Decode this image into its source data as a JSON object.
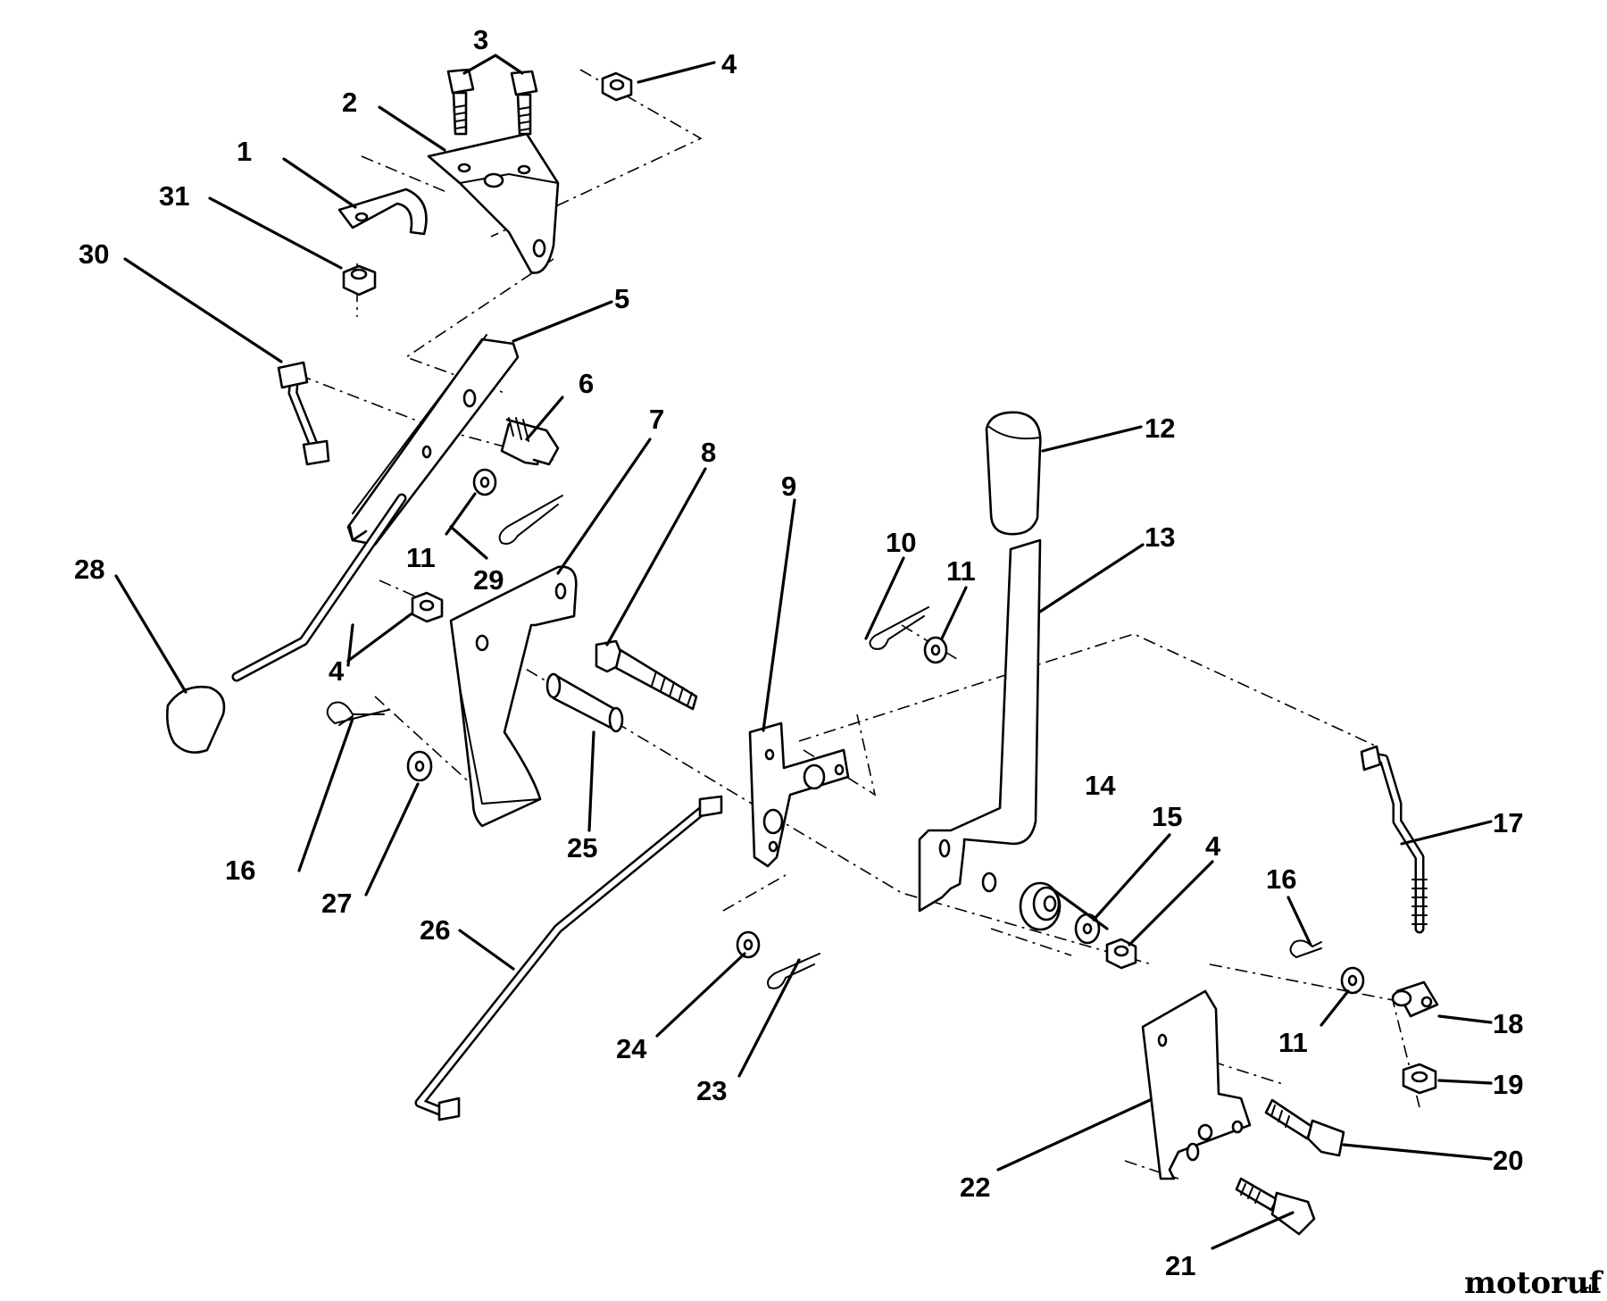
{
  "labels": [
    "1",
    "2",
    "3",
    "4",
    "5",
    "6",
    "7",
    "8",
    "9",
    "10",
    "11",
    "12",
    "13",
    "14",
    "15",
    "16",
    "17",
    "18",
    "19",
    "20",
    "21",
    "22",
    "23",
    "24",
    "25",
    "26",
    "27",
    "28",
    "29",
    "30",
    "31"
  ],
  "watermark": {
    "name": "motoruf",
    "suffix": ".de",
    "colors": [
      "#1f5fa8",
      "#e06a1a"
    ]
  }
}
